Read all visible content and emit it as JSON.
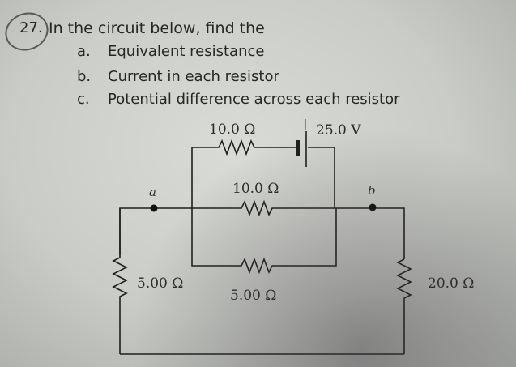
{
  "problem": {
    "number": "27.",
    "prompt": "In the circuit below, find the",
    "items": [
      {
        "label": "a.",
        "text": "Equivalent resistance"
      },
      {
        "label": "b.",
        "text": "Current in each resistor"
      },
      {
        "label": "c.",
        "text": "Potential difference across each resistor"
      }
    ]
  },
  "circuit": {
    "top_resistor": "10.0 Ω",
    "battery": "25.0 V",
    "middle_resistor": "10.0 Ω",
    "bottom_inner_resistor": "5.00 Ω",
    "left_resistor": "5.00 Ω",
    "right_resistor": "20.0 Ω",
    "node_a": "a",
    "node_b": "b"
  },
  "colors": {
    "paper": "#d3d5d0",
    "ink": "#262828"
  }
}
